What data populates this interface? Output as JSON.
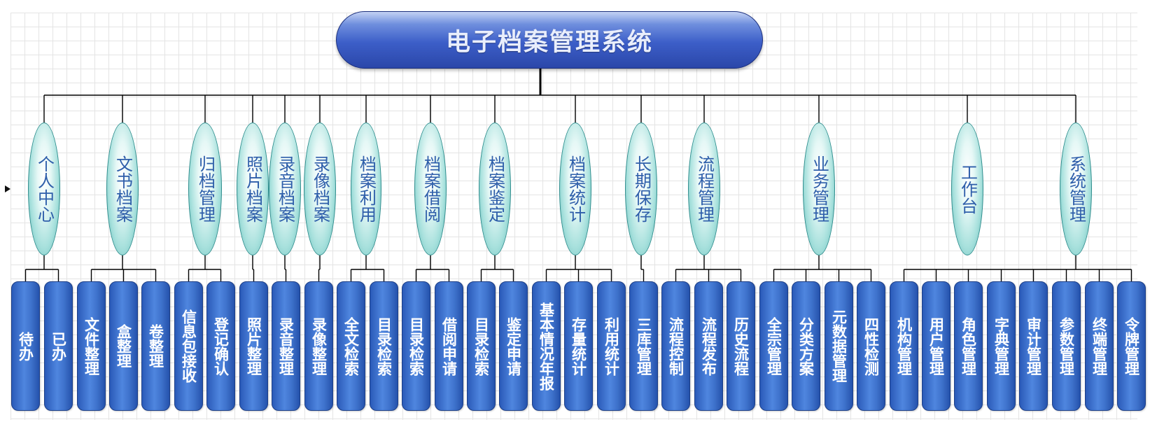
{
  "title": "电子档案管理系统",
  "categories": [
    {
      "label": "个人中心",
      "children": [
        "待办",
        "已办"
      ]
    },
    {
      "label": "文书档案",
      "children": [
        "文件整理",
        "盒整理",
        "卷整理"
      ]
    },
    {
      "label": "归档管理",
      "children": [
        "信息包接收",
        "登记确认"
      ]
    },
    {
      "label": "照片档案",
      "children": [
        "照片整理"
      ]
    },
    {
      "label": "录音档案",
      "children": [
        "录音整理"
      ]
    },
    {
      "label": "录像档案",
      "children": [
        "录像整理"
      ]
    },
    {
      "label": "档案利用",
      "children": [
        "全文检索",
        "目录检索"
      ]
    },
    {
      "label": "档案借阅",
      "children": [
        "目录检索",
        "借阅申请"
      ]
    },
    {
      "label": "档案鉴定",
      "children": [
        "目录检索",
        "鉴定申请"
      ]
    },
    {
      "label": "档案统计",
      "children": [
        "基本情况年报",
        "存量统计",
        "利用统计"
      ]
    },
    {
      "label": "长期保存",
      "children": [
        "三库管理"
      ]
    },
    {
      "label": "流程管理",
      "children": [
        "流程控制",
        "流程发布",
        "历史流程"
      ]
    },
    {
      "label": "业务管理",
      "children": [
        "全宗管理",
        "分类方案",
        "元数据管理",
        "四性检测"
      ]
    },
    {
      "label": "工作台",
      "children": []
    },
    {
      "label": "系统管理",
      "children": [
        "机构管理",
        "用户管理",
        "角色管理",
        "字典管理",
        "审计管理",
        "参数管理",
        "终端管理",
        "令牌管理"
      ]
    }
  ],
  "colors": {
    "root_fill": "#3c5ec8",
    "category_fill": "#a6e0dc",
    "category_text": "#2e5eaa",
    "leaf_fill": "#3f73cc",
    "leaf_text": "#ffffff",
    "connector": "#000000",
    "grid_line": "#e4e4e4"
  }
}
